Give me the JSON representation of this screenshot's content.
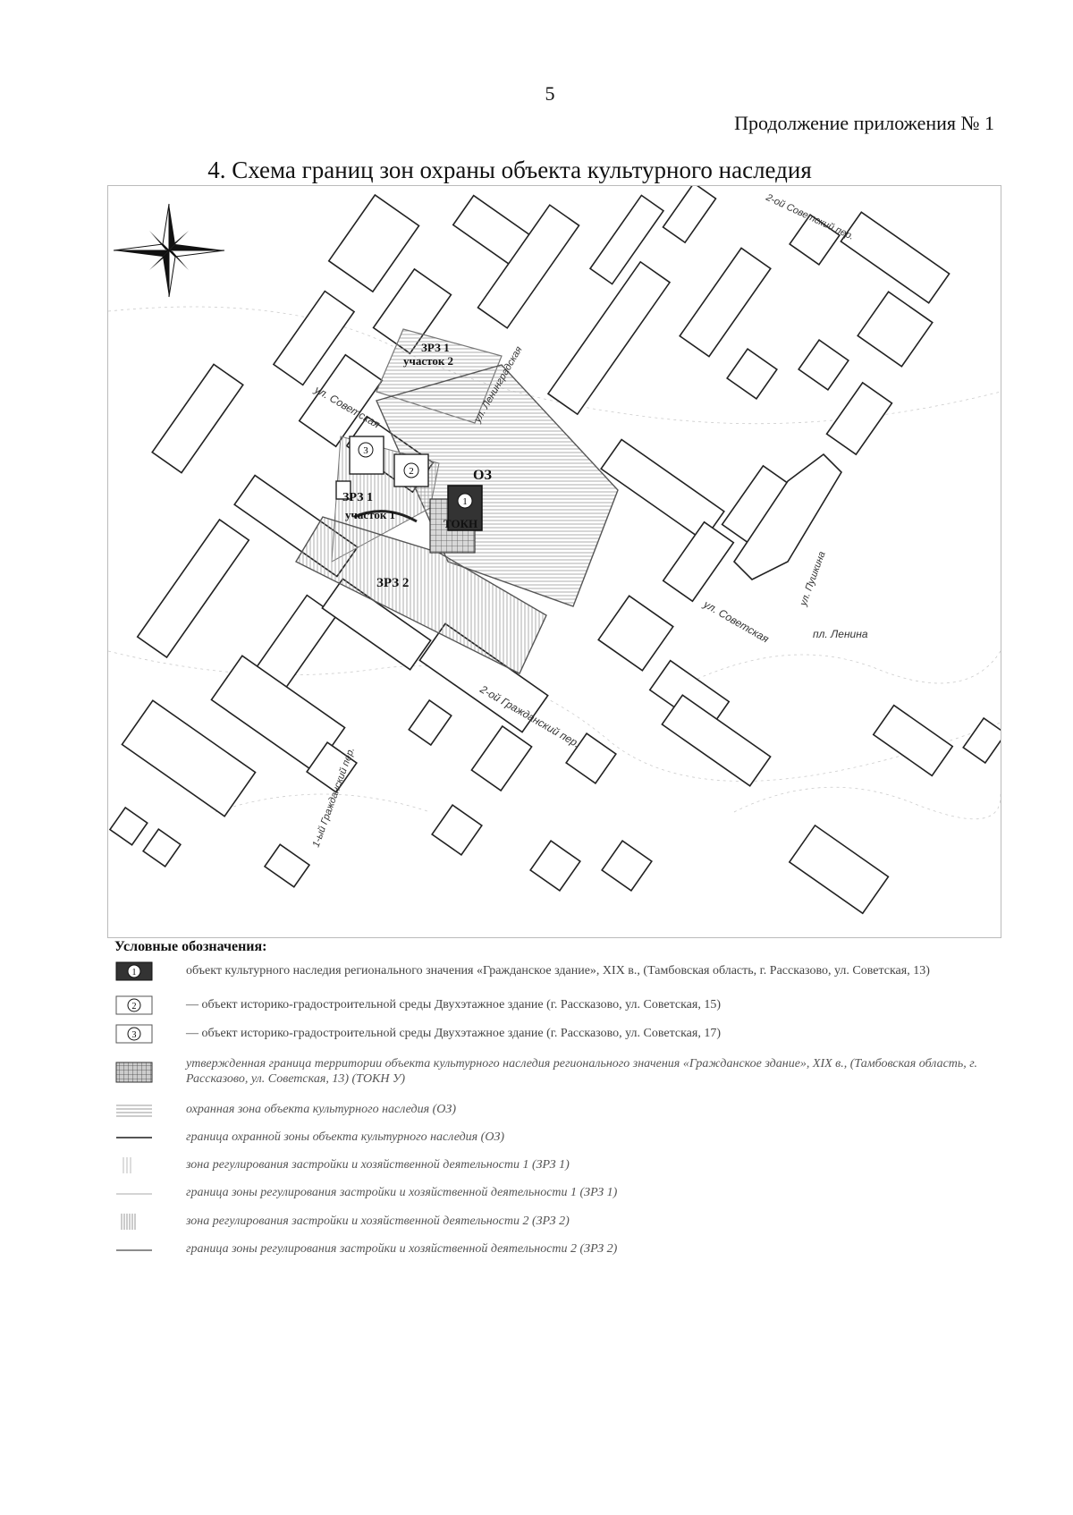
{
  "header": {
    "page_number": "5",
    "continuation": "Продолжение приложения № 1"
  },
  "title": "4. Схема границ зон охраны объекта культурного наследия",
  "map": {
    "zone_labels": {
      "zrz1_2_a": "ЗРЗ 1",
      "zrz1_2_b": "участок 2",
      "zrz1_1_a": "ЗРЗ 1",
      "zrz1_1_b": "участок 1",
      "zrz2": "ЗРЗ 2",
      "oz": "ОЗ",
      "tokn": "ТОКН"
    },
    "object_markers": [
      "1",
      "2",
      "3"
    ],
    "streets": {
      "sovetskaya_1": "ул. Советская",
      "sovetskaya_2": "ул. Советская",
      "leningradskaya": "ул. Ленинградская",
      "pushkina": "ул. Пушкина",
      "lenina_square": "пл. Ленина",
      "grazhdansky_2": "2-ой Гражданский пер.",
      "grazhdansky_1": "1-ый Гражданский пер.",
      "sovetsky_per": "2-ой Советский пер."
    }
  },
  "legend": {
    "title": "Условные обозначения:",
    "items": [
      {
        "symbol": "1",
        "text": "объект культурного наследия регионального значения «Гражданское здание», XIX в., (Тамбовская область, г. Рассказово, ул. Советская, 13)"
      },
      {
        "symbol": "2",
        "text": "— объект историко-градостроительной среды Двухэтажное здание (г. Рассказово, ул. Советская, 15)"
      },
      {
        "symbol": "3",
        "text": "— объект историко-градостроительной среды Двухэтажное здание (г. Рассказово, ул. Советская, 17)"
      },
      {
        "text": "утвержденная граница территории объекта культурного наследия регионального значения «Гражданское здание», XIX в., (Тамбовская область, г. Рассказово, ул. Советская, 13) (ТОКН У)"
      },
      {
        "text": "охранная зона объекта культурного наследия (ОЗ)"
      },
      {
        "text": "граница охранной зоны объекта культурного наследия (ОЗ)"
      },
      {
        "text": "зона регулирования застройки и хозяйственной деятельности 1 (ЗРЗ 1)"
      },
      {
        "text": "граница зоны регулирования застройки и хозяйственной деятельности 1 (ЗРЗ 1)"
      },
      {
        "text": "зона регулирования застройки и хозяйственной деятельности 2 (ЗРЗ 2)"
      },
      {
        "text": "граница зоны регулирования застройки и хозяйственной деятельности 2 (ЗРЗ 2)"
      }
    ]
  },
  "colors": {
    "ink": "#111111",
    "building_stroke": "#222222",
    "hatch": "#888888",
    "object_fill": "#333333",
    "grid_fill": "#8a8a8a"
  }
}
